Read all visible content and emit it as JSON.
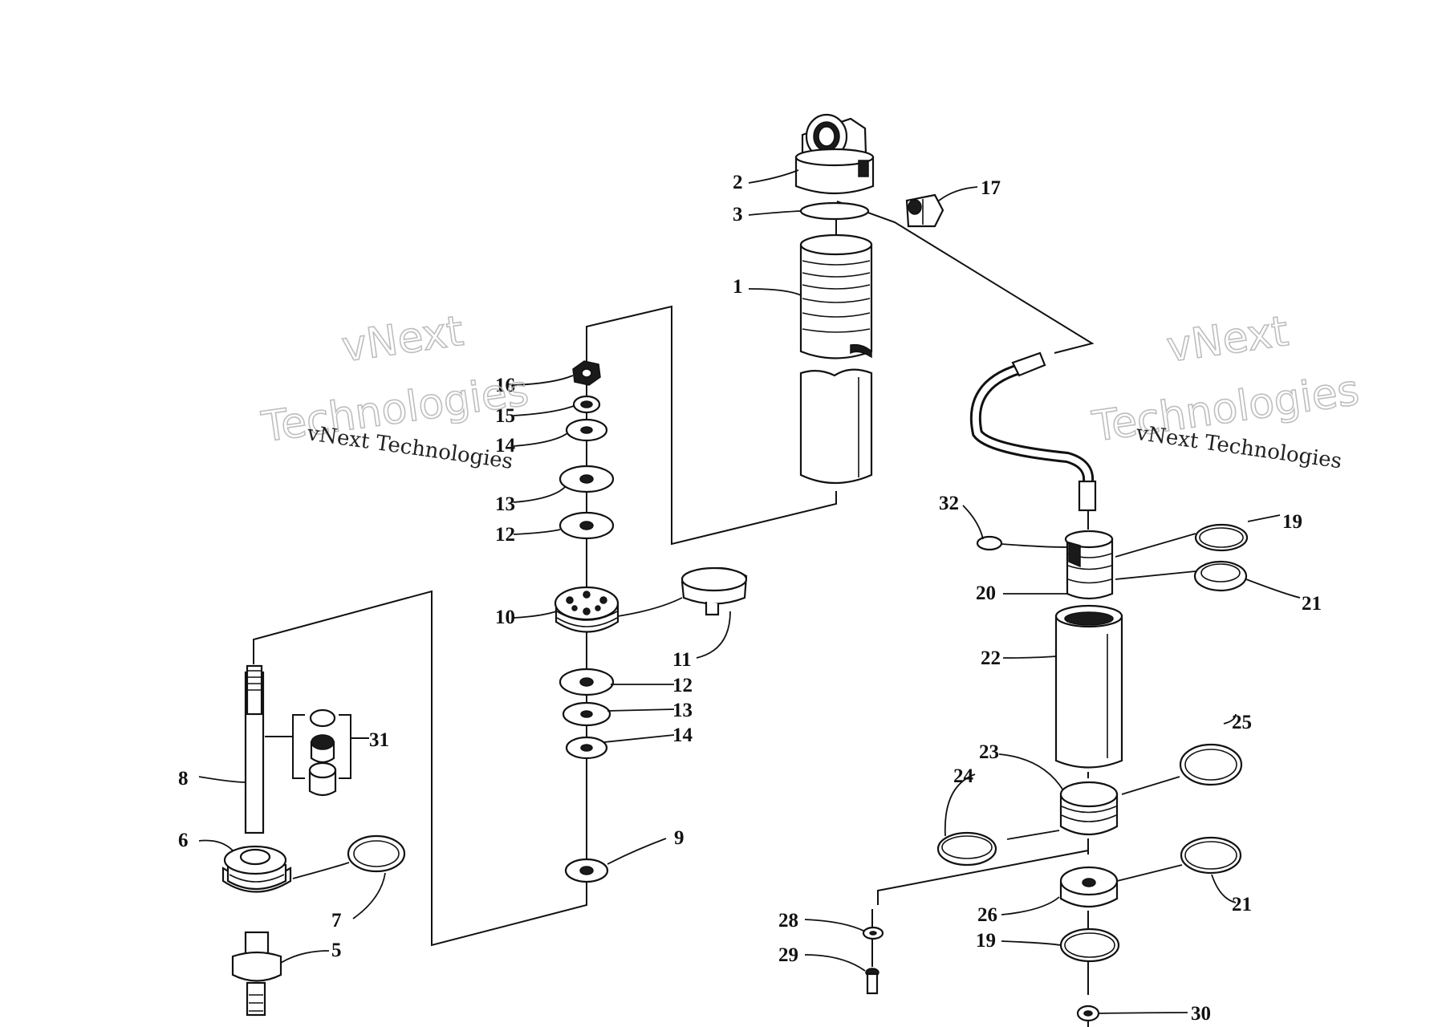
{
  "watermark": {
    "big_line1": "vNext",
    "big_line2": "Technologies",
    "small": "vNext Technologies"
  },
  "labels": [
    {
      "id": "n1",
      "text": "1"
    },
    {
      "id": "n2",
      "text": "2"
    },
    {
      "id": "n3",
      "text": "3"
    },
    {
      "id": "n5",
      "text": "5"
    },
    {
      "id": "n6",
      "text": "6"
    },
    {
      "id": "n7",
      "text": "7"
    },
    {
      "id": "n8",
      "text": "8"
    },
    {
      "id": "n9",
      "text": "9"
    },
    {
      "id": "n10",
      "text": "10"
    },
    {
      "id": "n11",
      "text": "11"
    },
    {
      "id": "n12a",
      "text": "12"
    },
    {
      "id": "n12b",
      "text": "12"
    },
    {
      "id": "n13a",
      "text": "13"
    },
    {
      "id": "n13b",
      "text": "13"
    },
    {
      "id": "n14a",
      "text": "14"
    },
    {
      "id": "n14b",
      "text": "14"
    },
    {
      "id": "n15",
      "text": "15"
    },
    {
      "id": "n16",
      "text": "16"
    },
    {
      "id": "n17",
      "text": "17"
    },
    {
      "id": "n19a",
      "text": "19"
    },
    {
      "id": "n19b",
      "text": "19"
    },
    {
      "id": "n20",
      "text": "20"
    },
    {
      "id": "n21a",
      "text": "21"
    },
    {
      "id": "n21b",
      "text": "21"
    },
    {
      "id": "n22",
      "text": "22"
    },
    {
      "id": "n23",
      "text": "23"
    },
    {
      "id": "n24",
      "text": "24"
    },
    {
      "id": "n25",
      "text": "25"
    },
    {
      "id": "n26",
      "text": "26"
    },
    {
      "id": "n28",
      "text": "28"
    },
    {
      "id": "n29",
      "text": "29"
    },
    {
      "id": "n30",
      "text": "30"
    },
    {
      "id": "n31",
      "text": "31"
    },
    {
      "id": "n32",
      "text": "32"
    }
  ]
}
